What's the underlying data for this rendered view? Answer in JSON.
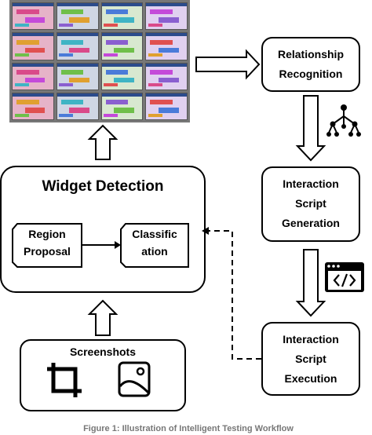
{
  "nodes": {
    "relationship_recognition": [
      "Relationship",
      "Recognition"
    ],
    "widget_detection": "Widget Detection",
    "region_proposal": [
      "Region",
      "Proposal"
    ],
    "classification": [
      "Classific",
      "ation"
    ],
    "interaction_script_generation": [
      "Interaction",
      "Script",
      "Generation"
    ],
    "interaction_script_execution": [
      "Interaction",
      "Script",
      "Execution"
    ],
    "screenshots": "Screenshots"
  },
  "icons": {
    "crop": "crop-icon",
    "image": "image-icon",
    "tree": "hierarchy-tree-icon",
    "code": "code-window-icon"
  },
  "caption": "Figure 1: Illustration of Intelligent Testing Workflow",
  "thumb_palette": [
    "#d94a8a",
    "#6fbf4a",
    "#4a7bd9",
    "#c44ad9",
    "#e0a030",
    "#3fb4c4",
    "#8a5fd0",
    "#e05050"
  ]
}
